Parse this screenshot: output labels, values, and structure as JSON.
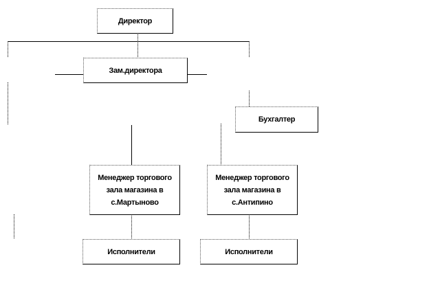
{
  "diagram": {
    "director": "Директор",
    "deputy": "Зам.директора",
    "accountant": "Бухгалтер",
    "manager_1": [
      "Менеджер торгового",
      "зала магазина в",
      "с.Мартыново"
    ],
    "manager_2": [
      "Менеджер торгового",
      "зала магазина в",
      "с.Антипино"
    ],
    "executors_1": "Исполнители",
    "executors_2": "Исполнители"
  }
}
